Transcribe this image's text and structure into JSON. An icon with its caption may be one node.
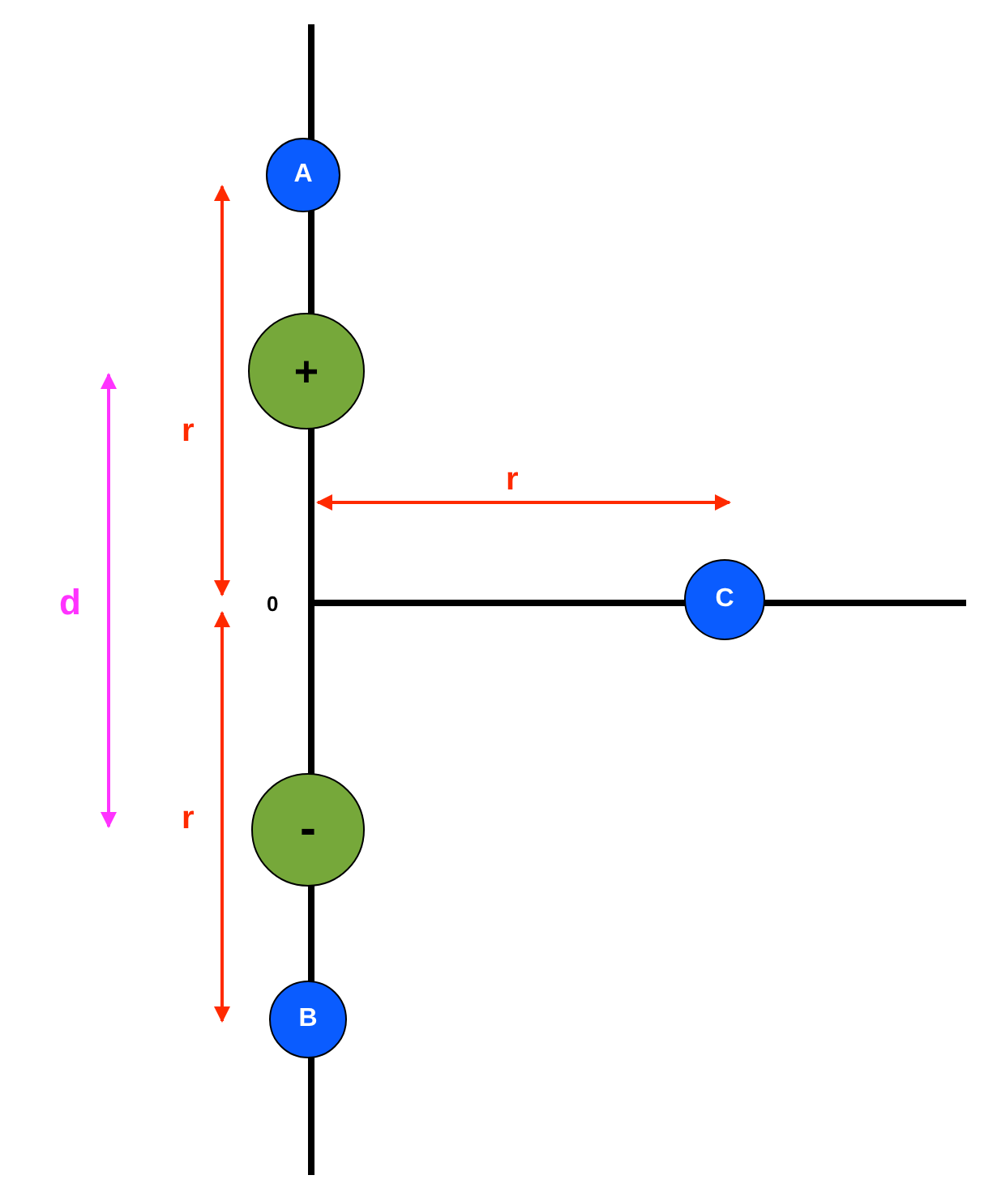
{
  "diagram": {
    "nodes": [
      {
        "text": [
          "A"
        ]
      },
      {
        "text": [
          "+"
        ]
      },
      {
        "text": [
          "C"
        ]
      },
      {
        "text": [
          "-"
        ]
      },
      {
        "text": [
          "B"
        ]
      }
    ],
    "labels": [
      "r",
      "r",
      "d",
      "0",
      "r"
    ]
  }
}
